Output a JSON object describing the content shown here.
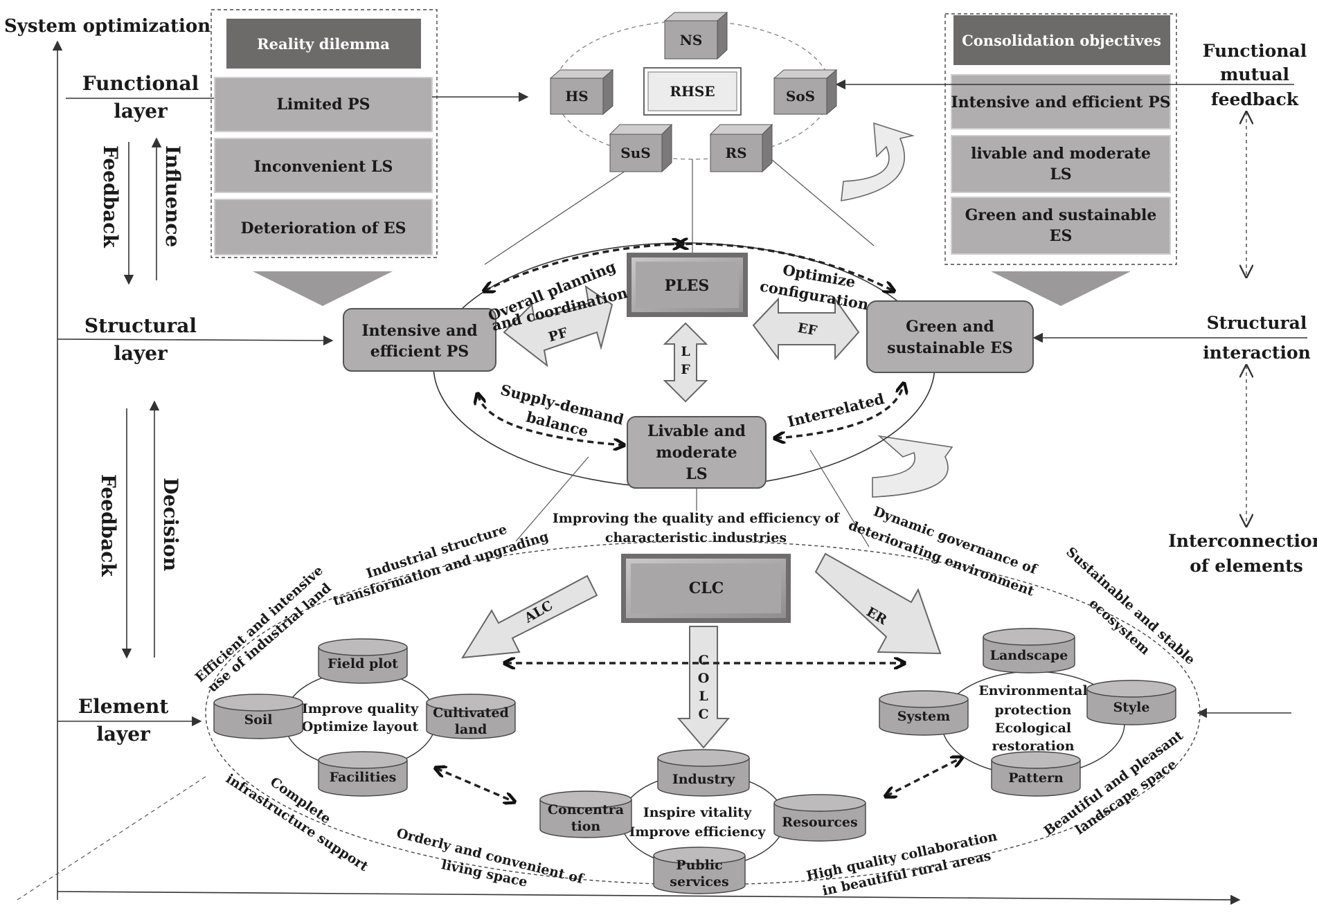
{
  "axis": {
    "title": "System optimization"
  },
  "layers": {
    "functional": [
      "Functional",
      "layer"
    ],
    "structural": [
      "Structural",
      "layer"
    ],
    "element": [
      "Element",
      "layer"
    ]
  },
  "vertical_labels": {
    "feedback_top": "Feedback",
    "influence": "Influence",
    "feedback_bottom": "Feedback",
    "decision": "Decision"
  },
  "reality": {
    "heading": "Reality dilemma",
    "items": [
      [
        "Limited PS"
      ],
      [
        "Inconvenient LS"
      ],
      [
        "Deterioration of  ES"
      ]
    ]
  },
  "consolidation": {
    "heading": "Consolidation objectives",
    "items": [
      [
        "Intensive and efficient PS"
      ],
      [
        "livable and moderate",
        "LS"
      ],
      [
        "Green and sustainable",
        "ES"
      ]
    ]
  },
  "right_labels": {
    "functional": [
      "Functional",
      "mutual",
      "feedback"
    ],
    "structural": [
      "Structural",
      "interaction"
    ],
    "elements": [
      "Interconnection",
      "of elements"
    ]
  },
  "cubes": {
    "ns": "NS",
    "hs": "HS",
    "sos": "SoS",
    "sus": "SuS",
    "rs": "RS"
  },
  "rhse": "RHSE",
  "ples": "PLES",
  "structural": {
    "ps": [
      "Intensive and",
      "efficient PS"
    ],
    "es": [
      "Green and",
      "sustainable  ES"
    ],
    "ls": [
      "Livable and",
      "moderate",
      "LS"
    ],
    "pf": "PF",
    "ef": "EF",
    "lf_1": "L",
    "lf_2": "F",
    "overall_1": "Overall planning",
    "overall_2": "and coordination",
    "optimize_1": "Optimize",
    "optimize_2": "configuration",
    "supply_1": "Supply-demand",
    "supply_2": "balance",
    "interrelated": "Interrelated"
  },
  "element": {
    "clc": "CLC",
    "alc": "ALC",
    "er": "ER",
    "colc": [
      "C",
      "O",
      "L",
      "C"
    ],
    "top_note": [
      "Improving the quality and efficiency of",
      "characteristic industries"
    ],
    "arc_industrial_1": "Industrial structure",
    "arc_industrial_2": "transformation and upgrading",
    "arc_efficient_1": "Efficient and intensive",
    "arc_efficient_2": "use of industrial land",
    "arc_dynamic_1": "Dynamic governance of",
    "arc_dynamic_2": "deteriorating environment",
    "arc_sustain_1": "Sustainable and stable",
    "arc_sustain_2": "ecosystem",
    "arc_complete_1": "Complete",
    "arc_complete_2": "infrastructure support",
    "arc_orderly_1": "Orderly and convenient of",
    "arc_orderly_2": "living space",
    "arc_high_1": "High quality collaboration",
    "arc_high_2": "in beautiful rural areas",
    "arc_beautiful_1": "Beautiful and pleasant",
    "arc_beautiful_2": "landscape space",
    "left_cluster": {
      "center": [
        "Improve quality",
        "Optimize layout"
      ],
      "field": "Field plot",
      "soil": "Soil",
      "cultivated": [
        "Cultivated",
        "land"
      ],
      "facilities": "Facilities"
    },
    "right_cluster": {
      "center": [
        "Environmental",
        "protection",
        "Ecological",
        "restoration"
      ],
      "landscape": "Landscape",
      "system": "System",
      "style": "Style",
      "pattern": "Pattern"
    },
    "bottom_cluster": {
      "center": [
        "Inspire vitality",
        "Improve efficiency"
      ],
      "industry": "Industry",
      "concentration": [
        "Concentra",
        "tion"
      ],
      "resources": "Resources",
      "public": [
        "Public",
        "services"
      ]
    }
  }
}
